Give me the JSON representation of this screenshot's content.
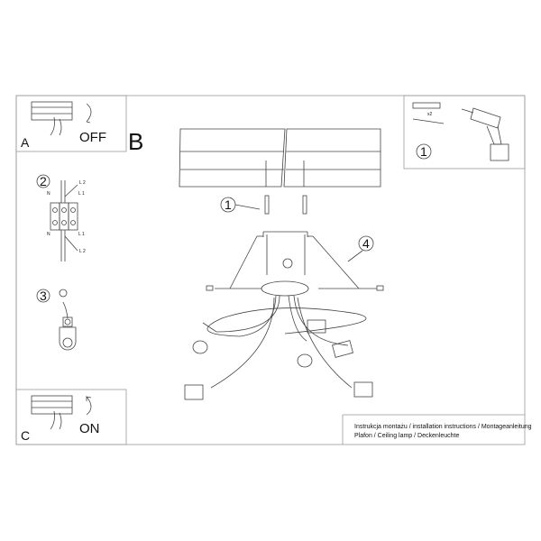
{
  "sections": {
    "a": {
      "letter": "A",
      "state": "OFF"
    },
    "b": {
      "letter": "B"
    },
    "c": {
      "letter": "C",
      "state": "ON"
    }
  },
  "steps": {
    "step1": "1",
    "step1_tools": "1",
    "step2": "2",
    "step3": "3",
    "step4": "4"
  },
  "wiring_labels": {
    "n_top": "N",
    "n_bottom": "N",
    "l1_top": "L 1",
    "l1_bottom": "L 1",
    "l2_top": "L 2",
    "l2_bottom": "L 2"
  },
  "tools": {
    "quantity": "x2"
  },
  "caption": {
    "line1": "Instrukcja montażu / installation instructions / Montageanleitung",
    "line2": "Plafon / Ceiling lamp / Deckenleuchte"
  }
}
